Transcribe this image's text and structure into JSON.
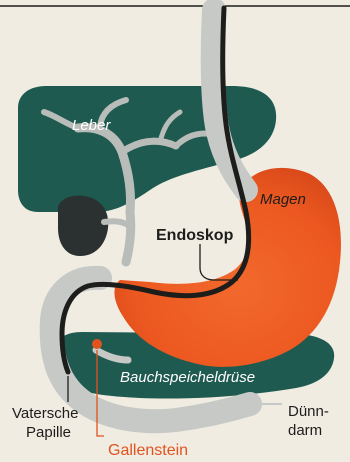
{
  "labels": {
    "leber": "Leber",
    "magen": "Magen",
    "endoskop": "Endoskop",
    "bauchspeicheldruese": "Bauchspeicheldrüse",
    "vatersche": "Vatersche",
    "papille": "Papille",
    "duenn": "Dünn-",
    "darm": "darm",
    "gallenstein": "Gallenstein"
  },
  "colors": {
    "background": "#f1ece2",
    "leber": "#1e5a50",
    "magen": "#ee5a22",
    "darm": "#c6c9c5",
    "endoskop": "#1d1d1b",
    "gallenstein": "#e0531f",
    "label_dark": "#1d1d1b",
    "label_light": "#ffffff"
  }
}
